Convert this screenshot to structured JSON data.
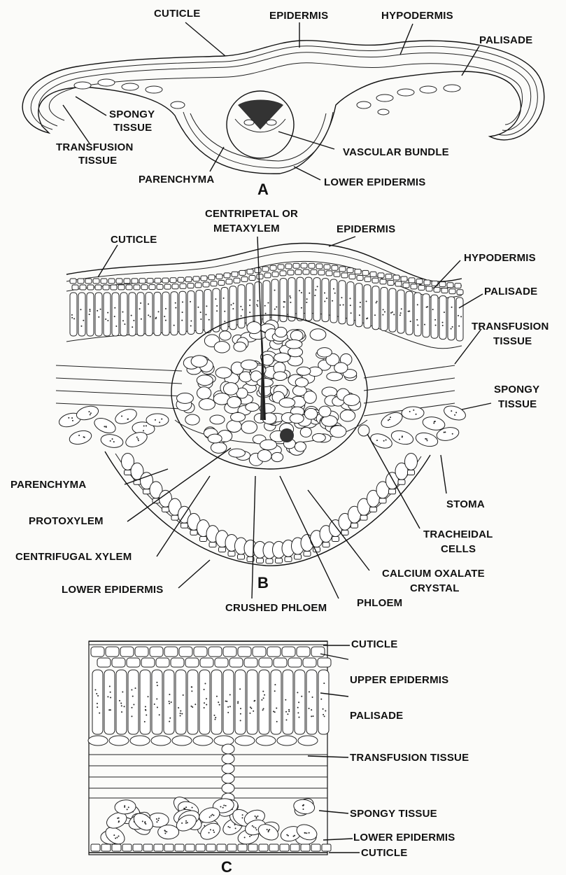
{
  "diagram_a": {
    "letter": "A",
    "labels": {
      "cuticle": "CUTICLE",
      "epidermis": "EPIDERMIS",
      "hypodermis": "HYPODERMIS",
      "palisade": "PALISADE",
      "spongy_1": "SPONGY",
      "spongy_2": "TISSUE",
      "transfusion_1": "TRANSFUSION",
      "transfusion_2": "TISSUE",
      "vascular_bundle": "VASCULAR BUNDLE",
      "parenchyma": "PARENCHYMA",
      "lower_epidermis": "LOWER EPIDERMIS"
    }
  },
  "diagram_b": {
    "letter": "B",
    "labels": {
      "centripetal_1": "CENTRIPETAL OR",
      "centripetal_2": "METAXYLEM",
      "cuticle": "CUTICLE",
      "epidermis": "EPIDERMIS",
      "hypodermis": "HYPODERMIS",
      "palisade": "PALISADE",
      "transfusion_1": "TRANSFUSION",
      "transfusion_2": "TISSUE",
      "spongy_1": "SPONGY",
      "spongy_2": "TISSUE",
      "parenchyma": "PARENCHYMA",
      "protoxylem": "PROTOXYLEM",
      "stoma": "STOMA",
      "tracheidal_1": "TRACHEIDAL",
      "tracheidal_2": "CELLS",
      "centrifugal_xylem": "CENTRIFUGAL XYLEM",
      "calcium_1": "CALCIUM OXALATE",
      "calcium_2": "CRYSTAL",
      "lower_epidermis": "LOWER EPIDERMIS",
      "crushed_phloem": "CRUSHED PHLOEM",
      "phloem": "PHLOEM"
    }
  },
  "diagram_c": {
    "letter": "C",
    "labels": {
      "cuticle_top": "CUTICLE",
      "upper_epidermis": "UPPER EPIDERMIS",
      "palisade": "PALISADE",
      "transfusion": "TRANSFUSION TISSUE",
      "spongy": "SPONGY TISSUE",
      "lower_epidermis": "LOWER EPIDERMIS",
      "cuticle_bottom": "CUTICLE"
    }
  }
}
